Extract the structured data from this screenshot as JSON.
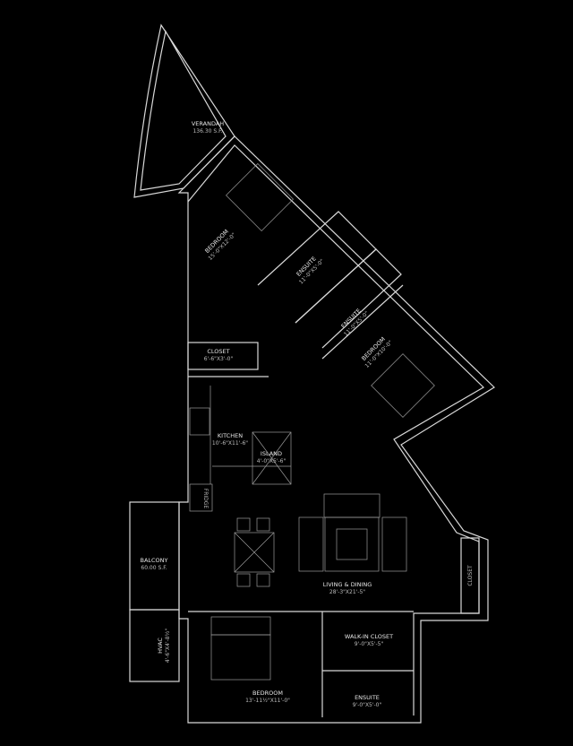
{
  "rooms": {
    "verandah": {
      "name": "VERANDAH",
      "size": "136.30 S.F."
    },
    "bedroom_1": {
      "name": "BEDROOM",
      "size": "15'-0\"X12'-0\""
    },
    "ensuite_1": {
      "name": "ENSUITE",
      "size": "11'-0\"X5'-0\""
    },
    "ensuite_2": {
      "name": "ENSUITE",
      "size": "11'-0\"X5'-0\""
    },
    "bedroom_2": {
      "name": "BEDROOM",
      "size": "11'-0\"X10'-0\""
    },
    "closet_1": {
      "name": "CLOSET",
      "size": "6'-6\"X3'-0\""
    },
    "kitchen": {
      "name": "KITCHEN",
      "size": "10'-6\"X11'-6\""
    },
    "island": {
      "name": "ISLAND",
      "size": "4'-0\"X5'-6\""
    },
    "fridge": {
      "name": "FRIDGE"
    },
    "balcony": {
      "name": "BALCONY",
      "size": "60.00 S.F."
    },
    "living_dining": {
      "name": "LIVING & DINING",
      "size": "28'-3\"X21'-5\""
    },
    "closet_2": {
      "name": "CLOSET"
    },
    "hvac": {
      "name": "HVAC",
      "size": "4'-6\"X4'-8½\""
    },
    "walk_in_closet": {
      "name": "WALK-IN CLOSET",
      "size": "9'-0\"X5'-5\""
    },
    "bedroom_3": {
      "name": "BEDROOM",
      "size": "13'-11½\"X11'-0\""
    },
    "ensuite_3": {
      "name": "ENSUITE",
      "size": "9'-0\"X5'-0\""
    }
  }
}
